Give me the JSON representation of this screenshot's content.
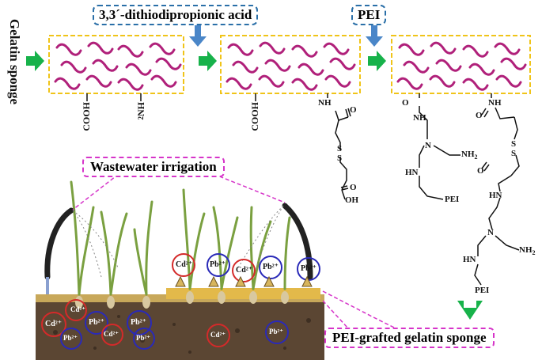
{
  "left_label": "Gelatin sponge",
  "reagent1": "3,3´-dithiodipropionic acid",
  "reagent2": "PEI",
  "sponge1": {
    "cooh": "COOH",
    "nh2": "NH",
    "nh2_sub": "2"
  },
  "sponge2": {
    "cooh": "COOH",
    "nh": "NH",
    "o": "O",
    "s1": "S",
    "s2": "S",
    "o2": "O",
    "oh": "OH"
  },
  "sponge3": {
    "o_left": "O",
    "nh_left": "NH",
    "n_left": "N",
    "nh2_left": "NH",
    "nh2_left_sub": "2",
    "hn_left": "HN",
    "pei_left": "PEI",
    "nh_right": "NH",
    "o_right": "O",
    "s1": "S",
    "s2": "S",
    "o2_right": "O",
    "hn_right": "HN",
    "n_right": "N",
    "hn_right2": "HN",
    "nh2_right": "NH",
    "nh2_right_sub": "2",
    "pei_right": "PEI"
  },
  "wastewater_label": "Wastewater irrigation",
  "pei_sponge_label": "PEI-grafted gelatin sponge",
  "ions": {
    "cd": "Cd²⁺",
    "pb": "Pb²⁺"
  },
  "colors": {
    "sponge_border": "#f0c419",
    "polymer": "#b0207a",
    "arrow_green": "#17b24a",
    "arrow_blue": "#4a86c8",
    "pink_dash": "#d634c9",
    "cd_circle": "#d42a2a",
    "pb_circle": "#2a2ab8"
  }
}
